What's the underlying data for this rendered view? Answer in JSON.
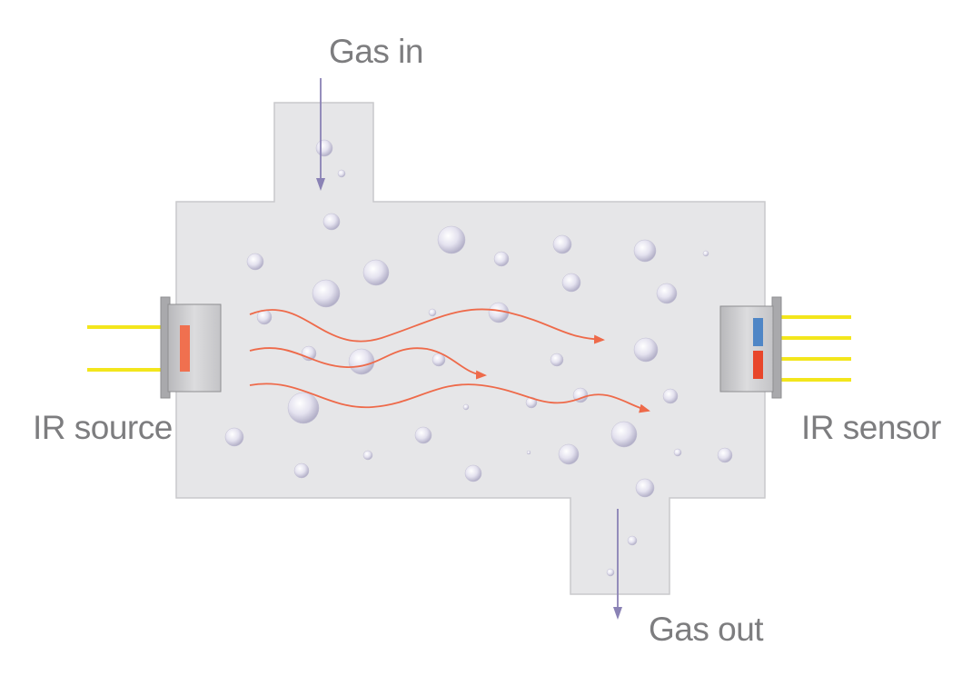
{
  "labels": {
    "gas_in": "Gas in",
    "gas_out": "Gas out",
    "ir_source": "IR source",
    "ir_sensor": "IR sensor"
  },
  "colors": {
    "chamber": "#e6e6e8",
    "chamber_edge": "#c9c9cc",
    "wire": "#f3e61c",
    "ir_waves": "#ee6a4a",
    "gas_flow_arrow": "#8a82b5",
    "emitter": "#f0704f",
    "sensor_blue": "#4f86c6",
    "sensor_red": "#e8462b",
    "label_text": "#7d7d7f"
  }
}
